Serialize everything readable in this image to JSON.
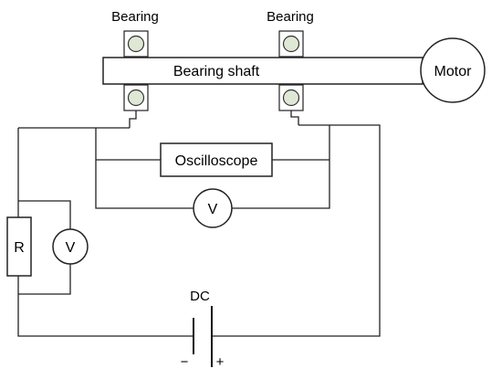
{
  "labels": {
    "bearing_left": "Bearing",
    "bearing_right": "Bearing",
    "shaft": "Bearing shaft",
    "motor": "Motor",
    "oscilloscope": "Oscilloscope",
    "voltmeter_top": "V",
    "voltmeter_left": "V",
    "resistor": "R",
    "dc": "DC",
    "minus": "−",
    "plus": "+"
  },
  "colors": {
    "ball_fill": "#dfe8d4",
    "stroke": "#222222"
  }
}
